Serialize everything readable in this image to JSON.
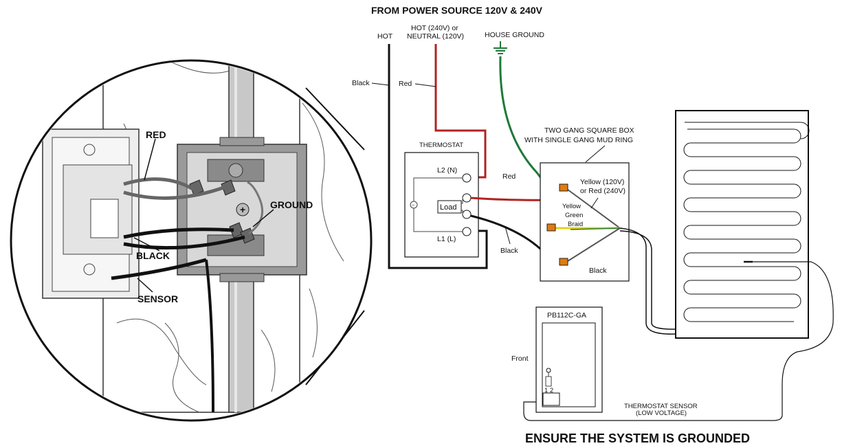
{
  "header": "FROM POWER SOURCE 120V & 240V",
  "footer": "ENSURE THE SYSTEM IS GROUNDED",
  "source_labels": {
    "hot": "HOT",
    "hot_neutral_line1": "HOT (240V) or",
    "hot_neutral_line2": "NEUTRAL (120V)",
    "house_ground": "HOUSE GROUND"
  },
  "wire_labels": {
    "black_top": "Black",
    "red_top": "Red",
    "red_mid": "Red",
    "black_mid": "Black",
    "black_box": "Black"
  },
  "thermostat": {
    "title": "THERMOSTAT",
    "l2": "L2 (N)",
    "l1": "L1 (L)",
    "load": "Load"
  },
  "junction_box": {
    "title_line1": "TWO GANG SQUARE BOX",
    "title_line2": "WITH SINGLE GANG MUD RING",
    "yellow_line1": "Yellow (120V)",
    "yellow_line2": "or Red (240V)",
    "braid_line1": "Yellow",
    "braid_line2": "Green",
    "braid_line3": "Braid"
  },
  "sensor_panel": {
    "model": "PB112C-GA",
    "front": "Front",
    "terminals": "1 2"
  },
  "sensor_label_line1": "THERMOSTAT SENSOR",
  "sensor_label_line2": "(LOW VOLTAGE)",
  "callouts": {
    "red": "RED",
    "black": "BLACK",
    "ground": "GROUND",
    "sensor": "SENSOR"
  },
  "colors": {
    "red_wire": "#b22222",
    "green_wire": "#1e7a3a",
    "black_wire": "#111111",
    "connector_orange": "#e07b10",
    "braid_yellow": "#e6d21a"
  }
}
